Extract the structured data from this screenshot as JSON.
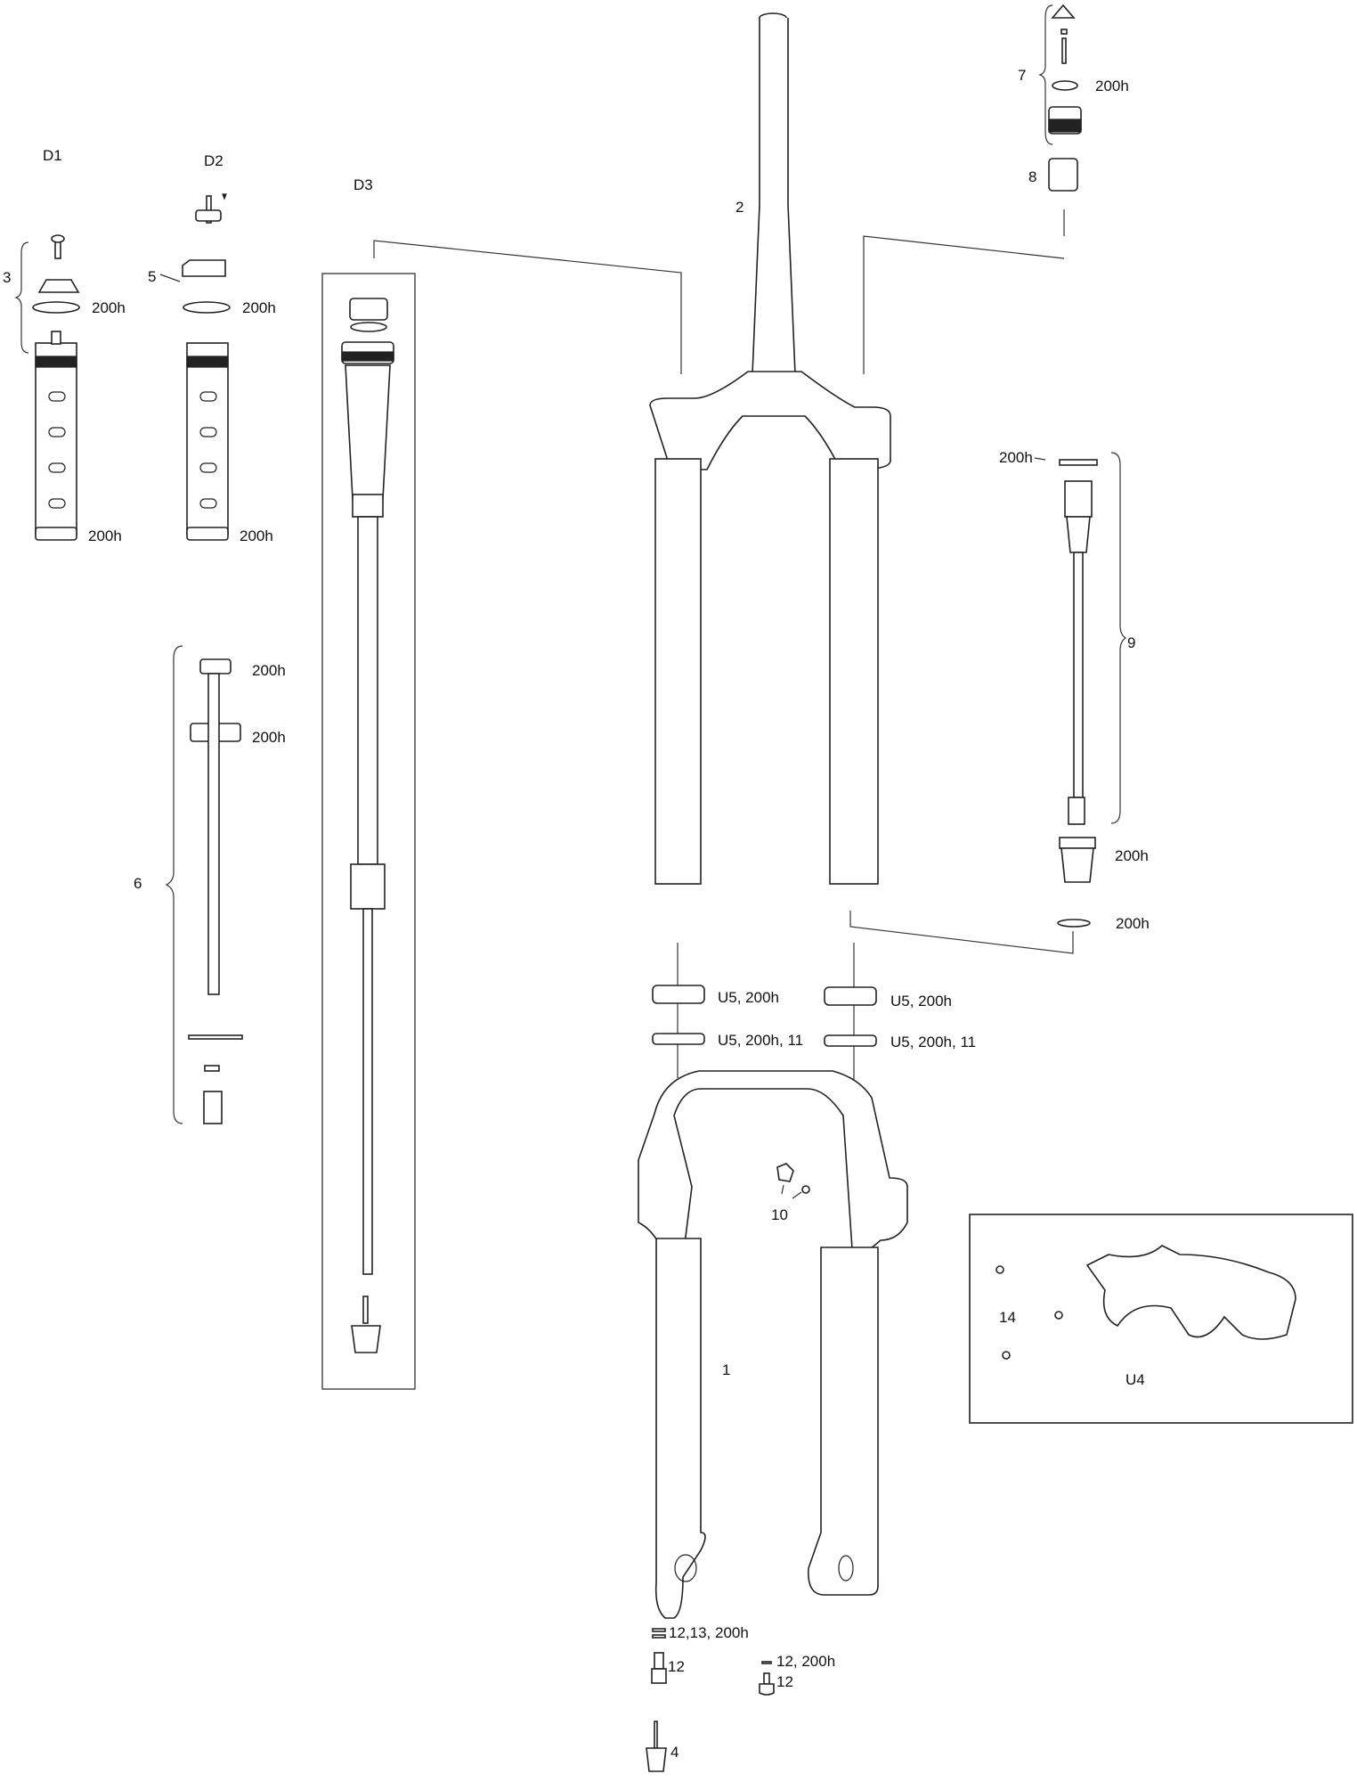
{
  "labels": {
    "d1": "D1",
    "d2": "D2",
    "d3": "D3",
    "p1": "1",
    "p2": "2",
    "p3": "3",
    "p4": "4",
    "p5": "5",
    "p6": "6",
    "p7": "7",
    "p8": "8",
    "p9": "9",
    "p10": "10",
    "p14": "14",
    "u4": "U4",
    "h_7": "200h",
    "h_d1_top": "200h",
    "h_d2_top": "200h",
    "h_d1_bottom": "200h",
    "h_d2_bottom": "200h",
    "h_9_top": "200h",
    "h_6_a": "200h",
    "h_6_b": "200h",
    "h_9_b": "200h",
    "h_9_c": "200h",
    "u5_left_seal": "U5, 200h",
    "u5_right_seal": "U5, 200h",
    "u5_left_foam": "U5, 200h, 11",
    "u5_right_foam": "U5, 200h, 11",
    "left_crush": "12,13, 200h",
    "left_bolt": "12",
    "right_crush": "12, 200h",
    "right_bolt": "12"
  }
}
